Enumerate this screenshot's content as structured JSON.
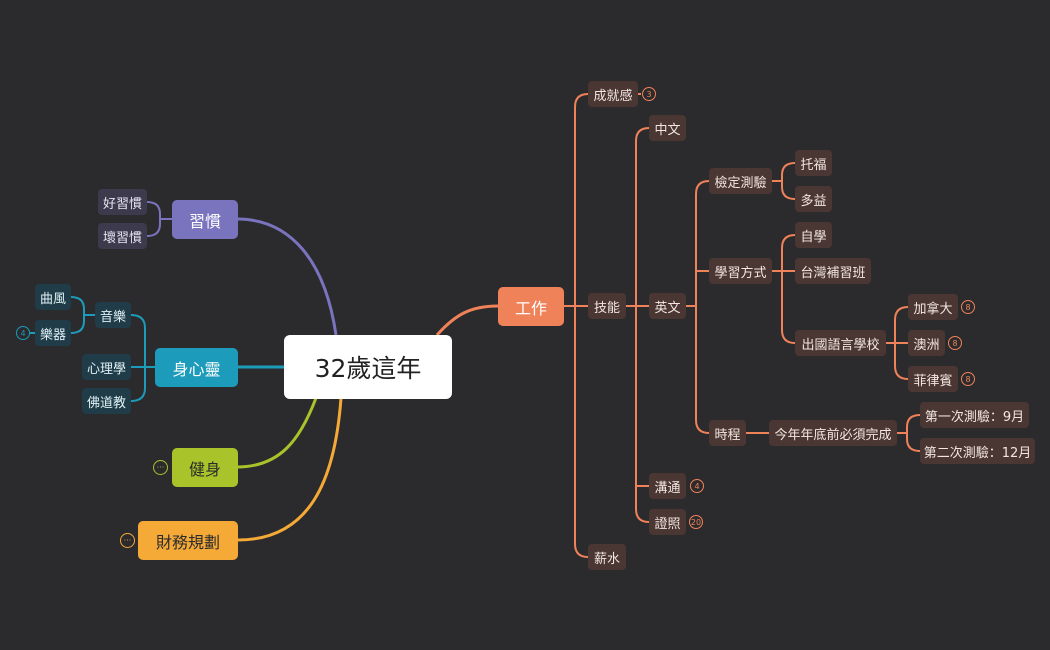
{
  "root": "32歲這年",
  "colors": {
    "work": "#f0825a",
    "habit": "#7a74bf",
    "mind": "#1d9bbb",
    "fitness": "#a9c42a",
    "finance": "#f5aa38",
    "background": "#2b2b2d"
  },
  "work": {
    "label": "工作",
    "achievement": {
      "label": "成就感",
      "badge": "3"
    },
    "skills": {
      "label": "技能",
      "chinese": "中文",
      "english": {
        "label": "英文",
        "test": {
          "label": "檢定測驗",
          "toefl": "托福",
          "toeic": "多益"
        },
        "method": {
          "label": "學習方式",
          "self": "自學",
          "cram": "台灣補習班",
          "abroad": {
            "label": "出國語言學校",
            "canada": {
              "label": "加拿大",
              "badge": "8"
            },
            "australia": {
              "label": "澳洲",
              "badge": "8"
            },
            "philippines": {
              "label": "菲律賓",
              "badge": "8"
            }
          }
        },
        "schedule": {
          "label": "時程",
          "deadline": "今年年底前必須完成",
          "test1": "第一次測驗：9月",
          "test2": "第二次測驗：12月"
        }
      },
      "communication": {
        "label": "溝通",
        "badge": "4"
      },
      "license": {
        "label": "證照",
        "badge": "20"
      }
    },
    "salary": "薪水"
  },
  "habit": {
    "label": "習慣",
    "good": "好習慣",
    "bad": "壞習慣"
  },
  "mind": {
    "label": "身心靈",
    "music": {
      "label": "音樂",
      "style": "曲風",
      "instrument": "樂器",
      "instrument_badge": "4"
    },
    "psychology": "心理學",
    "religion": "佛道教"
  },
  "fitness": {
    "label": "健身",
    "badge": "···"
  },
  "finance": {
    "label": "財務規劃",
    "badge": "···"
  }
}
